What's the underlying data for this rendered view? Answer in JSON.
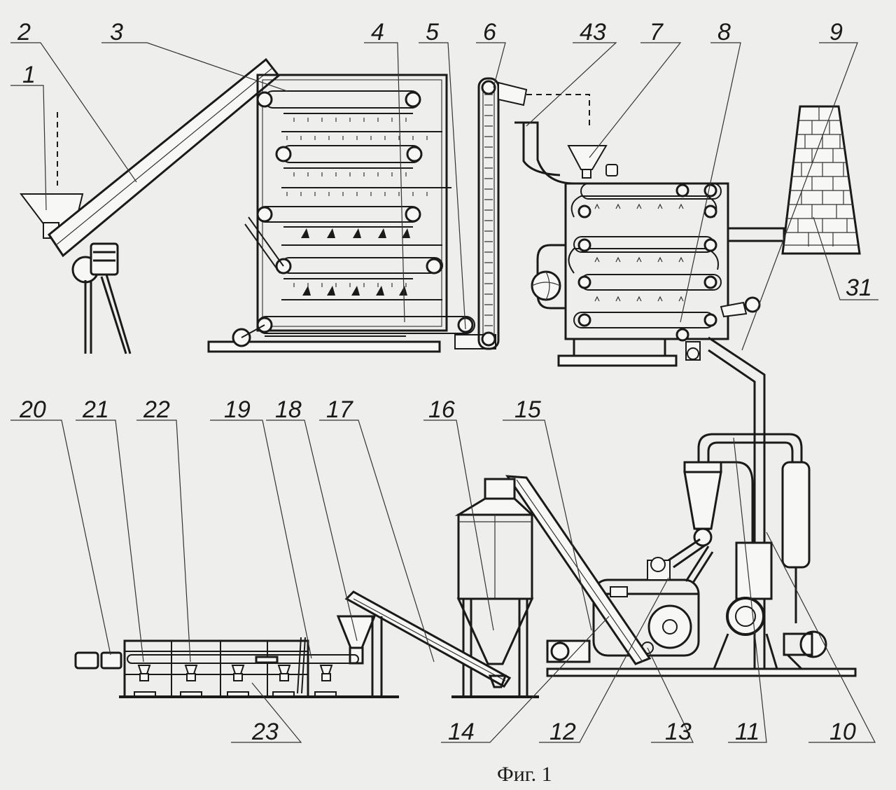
{
  "caption": "Фиг. 1",
  "labels": {
    "n1": "1",
    "n2": "2",
    "n3": "3",
    "n4": "4",
    "n5": "5",
    "n6": "6",
    "n43": "43",
    "n7": "7",
    "n8": "8",
    "n9": "9",
    "n31": "31",
    "n20": "20",
    "n21": "21",
    "n22": "22",
    "n19": "19",
    "n18": "18",
    "n17": "17",
    "n16": "16",
    "n15": "15",
    "n23": "23",
    "n14": "14",
    "n12": "12",
    "n13": "13",
    "n11": "11",
    "n10": "10"
  }
}
